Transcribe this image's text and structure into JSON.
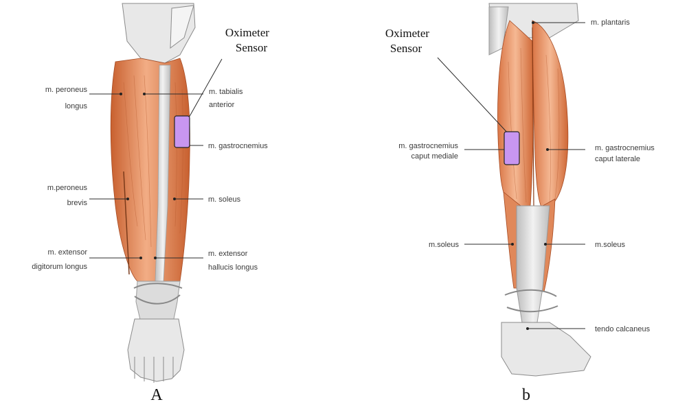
{
  "colors": {
    "muscle_light": "#f0a77e",
    "muscle_dark": "#d06a3c",
    "tendon": "#dcdcdc",
    "sensor_fill": "#c896f0",
    "sensor_stroke": "#222222"
  },
  "panel_a": {
    "caption": "A",
    "sensor_title_line1": "Oximeter",
    "sensor_title_line2": "Sensor",
    "labels": {
      "peroneus_longus_1": "m. peroneus",
      "peroneus_longus_2": "longus",
      "tibialis_anterior_1": "m. tabialis",
      "tibialis_anterior_2": "anterior",
      "gastrocnemius": "m. gastrocnemius",
      "peroneus_brevis_1": "m.peroneus",
      "peroneus_brevis_2": "brevis",
      "soleus": "m. soleus",
      "extensor_digitorum_1": "m. extensor",
      "extensor_digitorum_2": "digitorum  longus",
      "extensor_hallucis_1": "m. extensor",
      "extensor_hallucis_2": "hallucis longus"
    }
  },
  "panel_b": {
    "caption": "b",
    "sensor_title_line1": "Oximeter",
    "sensor_title_line2": "Sensor",
    "labels": {
      "plantaris": "m. plantaris",
      "gastro_mediale_1": "m. gastrocnemius",
      "gastro_mediale_2": "caput mediale",
      "gastro_laterale_1": "m. gastrocnemius",
      "gastro_laterale_2": "caput laterale",
      "soleus_left": "m.soleus",
      "soleus_right": "m.soleus",
      "tendo_calcaneus": "tendo calcaneus"
    }
  }
}
